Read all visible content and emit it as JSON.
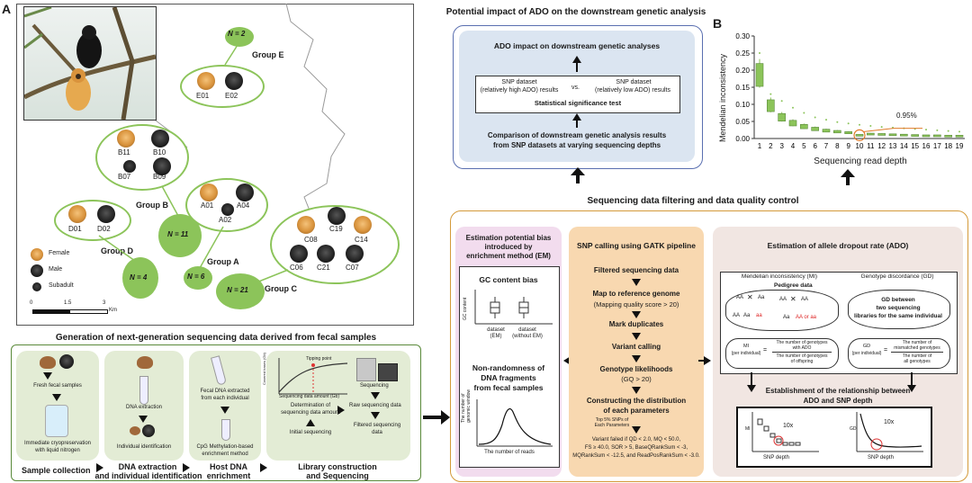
{
  "panelA": {
    "letter": "A",
    "group_e": "Group E",
    "group_b": "Group B",
    "group_d": "Group D",
    "group_a": "Group A",
    "group_c": "Group C",
    "n_e": "N = 2",
    "n_b": "N = 11",
    "n_d": "N = 4",
    "n_a": "N = 6",
    "n_c": "N = 21",
    "ids": {
      "e01": "E01",
      "e02": "E02",
      "b11": "B11",
      "b10": "B10",
      "b07": "B07",
      "b09": "B09",
      "d01": "D01",
      "d02": "D02",
      "a01": "A01",
      "a04": "A04",
      "a02": "A02",
      "c08": "C08",
      "c19": "C19",
      "c14": "C14",
      "c06": "C06",
      "c21": "C21",
      "c07": "C07"
    },
    "legend": {
      "female": "Female",
      "male": "Male",
      "subadult": "Subadult"
    },
    "scale": {
      "s0": "0",
      "s1": "1.5",
      "s2": "3",
      "unit": "Km"
    }
  },
  "pipeline": {
    "title": "Generation of next-generation sequencing data derived from fecal samples",
    "fresh": "Fresh fecal samples",
    "cryo1": "Immediate cryopreservation",
    "cryo2": "with liquid nitrogen",
    "dna_extr": "DNA extraction",
    "indiv_id": "Individual identification",
    "fecal1": "Fecal DNA extracted",
    "fecal2": "from each individual",
    "cpg1": "CpG Methylation-based",
    "cpg2": "enrichment method",
    "tipping": "Tipping point",
    "seq_amount": "Sequencing data amount (Gb)",
    "covered": "Covered bases (Gb)",
    "det1": "Determination of",
    "det2": "sequencing data amount",
    "initial": "Initial sequencing",
    "sequencing": "Sequencing",
    "raw": "Raw sequencing data",
    "filtered1": "Filtered sequencing",
    "filtered2": "data",
    "stage1": "Sample collection",
    "stage2a": "DNA extraction",
    "stage2b": "and individual identification",
    "stage3a": "Host DNA",
    "stage3b": "enrichment",
    "stage4a": "Library construction",
    "stage4b": "and Sequencing"
  },
  "impact": {
    "title": "Potential impact of ADO on the downstream genetic analysis",
    "top": "ADO impact on downstream genetic analyses",
    "snp_hi1": "SNP dataset",
    "snp_hi2": "(relatively high ADO) results",
    "vs": "vs.",
    "snp_lo1": "SNP dataset",
    "snp_lo2": "(relatively low ADO) results",
    "stat": "Statistical significance test",
    "cmp1": "Comparison of downstream genetic analysis results",
    "cmp2": "from SNP datasets at varying sequencing depths"
  },
  "panelB": {
    "letter": "B",
    "ylabel": "Mendelian inconsistency",
    "xlabel": "Sequencing read depth",
    "annot": "0.95%"
  },
  "chart_data": {
    "type": "box",
    "xlabel": "Sequencing read depth",
    "ylabel": "Mendelian inconsistency",
    "ylim": [
      0,
      0.3
    ],
    "yticks": [
      "0.00",
      "0.05",
      "0.10",
      "0.15",
      "0.20",
      "0.25",
      "0.30"
    ],
    "categories": [
      "1",
      "2",
      "3",
      "4",
      "5",
      "6",
      "7",
      "8",
      "9",
      "10",
      "11",
      "12",
      "13",
      "14",
      "15",
      "16",
      "17",
      "18",
      "19"
    ],
    "medians": [
      0.186,
      0.096,
      0.062,
      0.045,
      0.035,
      0.028,
      0.023,
      0.02,
      0.017,
      0.0095,
      0.013,
      0.012,
      0.011,
      0.01,
      0.009,
      0.008,
      0.008,
      0.007,
      0.007
    ],
    "outliers": [
      0.25,
      0.13,
      0.11,
      0.09,
      0.075,
      0.062,
      0.055,
      0.048,
      0.044,
      0.04,
      0.037,
      0.034,
      0.032,
      0.03,
      0.028,
      0.026,
      0.024,
      0.022,
      0.02
    ],
    "annotation": "0.95%",
    "color": "#8cc45a"
  },
  "filtering": {
    "title": "Sequencing data filtering and data quality control",
    "bias1": "Estimation potential bias",
    "bias2": "introduced by",
    "bias3": "enrichment method (EM)",
    "gc": "GC content bias",
    "gc_y": "GC content",
    "ds_em1": "dataset",
    "ds_em2": "(EM)",
    "ds_wo1": "dataset",
    "ds_wo2": "(without EM)",
    "nonrand1": "Non-randomness of",
    "nonrand2": "DNA fragments",
    "nonrand3": "from fecal samples",
    "win_y1": "The number of",
    "win_y2": "genomic window",
    "reads_x": "The number of reads",
    "snp_title": "SNP calling using GATK pipeline",
    "filtered": "Filtered sequencing data",
    "map1": "Map to reference genome",
    "map2": "(Mapping quality score > 20)",
    "mark": "Mark duplicates",
    "vc": "Variant calling",
    "gl1": "Genotype likelihoods",
    "gl2": "(GQ > 20)",
    "dist1": "Constructing the distribution",
    "dist2": "of each parameters",
    "top5a": "Top 5% SNPs of",
    "top5b": "Each Parameters",
    "vf1": "Variant failed if QD < 2.0, MQ < 50.0,",
    "vf2": "FS ≥ 40.0, SOR > 5, BaseQRankSum < -3,",
    "vf3": "MQRankSum < -12.5, and ReadPosRankSum < -3.0.",
    "ado_title": "Estimation of allele dropout rate (ADO)",
    "mi_title": "Mendelian inconsistency (MI)",
    "pedigree": "Pedigree data",
    "gd_title": "Genotype discordance (GD)",
    "gd1": "GD between",
    "gd2": "two sequencing",
    "gd3": "libraries for the same individual",
    "aa": "AA",
    "aa2": "Aa",
    "aaa": "aa",
    "aa_or": "AA or aa",
    "mi_eq": "MI",
    "mi_per": "(per individual)",
    "mi_num1": "The number of genotypes",
    "mi_num2": "with ADO",
    "mi_den1": "The number of genotypes",
    "mi_den2": "of offspring",
    "gd_eq": "GD",
    "gd_per": "(per individual)",
    "gd_num1": "The number of",
    "gd_num2": "mismatched genotypes",
    "gd_den1": "The number of",
    "gd_den2": "all genotypes",
    "est1": "Establishment of the relationship between",
    "est2": "ADO and SNP depth",
    "mi_ax": "MI",
    "gd_ax": "GD",
    "snp_depth": "SNP depth",
    "tenx": "10x"
  }
}
